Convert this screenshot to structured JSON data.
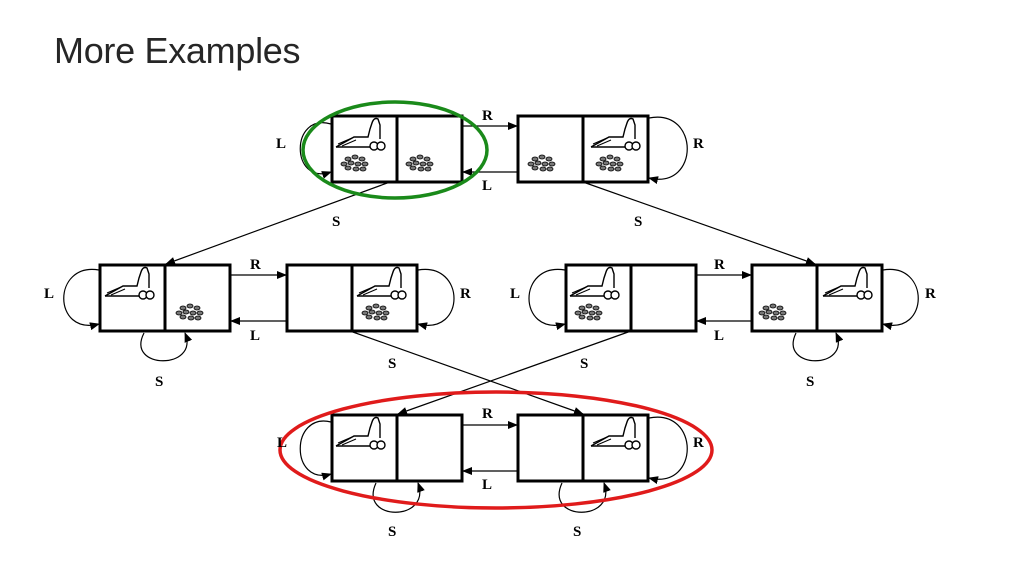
{
  "slide": {
    "title": "More Examples"
  },
  "diagram": {
    "actions": {
      "left": "L",
      "right": "R",
      "suck": "S"
    },
    "colors": {
      "start_highlight": "#1a8a1a",
      "goal_highlight": "#e01b1b",
      "ink": "#000000"
    },
    "states": [
      {
        "id": "top-left",
        "robot": "left",
        "dirt": [
          "left",
          "right"
        ],
        "highlight": "start"
      },
      {
        "id": "top-right",
        "robot": "right",
        "dirt": [
          "left",
          "right"
        ]
      },
      {
        "id": "mid-a",
        "robot": "left",
        "dirt": [
          "right"
        ]
      },
      {
        "id": "mid-b",
        "robot": "right",
        "dirt": [
          "right"
        ]
      },
      {
        "id": "mid-c",
        "robot": "left",
        "dirt": [
          "left"
        ]
      },
      {
        "id": "mid-d",
        "robot": "right",
        "dirt": [
          "left"
        ]
      },
      {
        "id": "bottom-left",
        "robot": "left",
        "dirt": [],
        "highlight": "goal"
      },
      {
        "id": "bottom-right",
        "robot": "right",
        "dirt": [],
        "highlight": "goal"
      }
    ]
  }
}
